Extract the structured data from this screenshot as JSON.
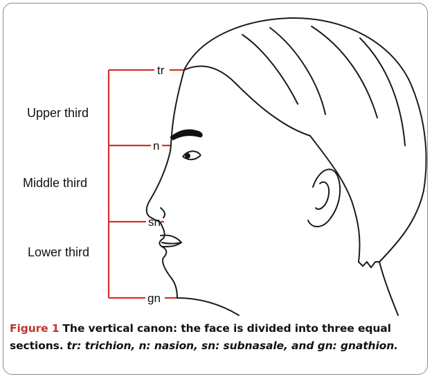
{
  "diagram": {
    "regions": [
      {
        "label": "Upper third"
      },
      {
        "label": "Middle third"
      },
      {
        "label": "Lower third"
      }
    ],
    "landmarks": [
      {
        "label": "tr"
      },
      {
        "label": "n"
      },
      {
        "label": "sn"
      },
      {
        "label": "gn"
      }
    ],
    "colors": {
      "bracket": "#d3312a",
      "outline": "#1a1a1a",
      "caption_label": "#c0332a"
    }
  },
  "caption": {
    "figure_label": "Figure 1",
    "title": "The vertical canon: the face is divided into three equal sections.",
    "abbreviations": "tr: trichion, n: nasion, sn: subnasale, and gn: gnathion."
  }
}
